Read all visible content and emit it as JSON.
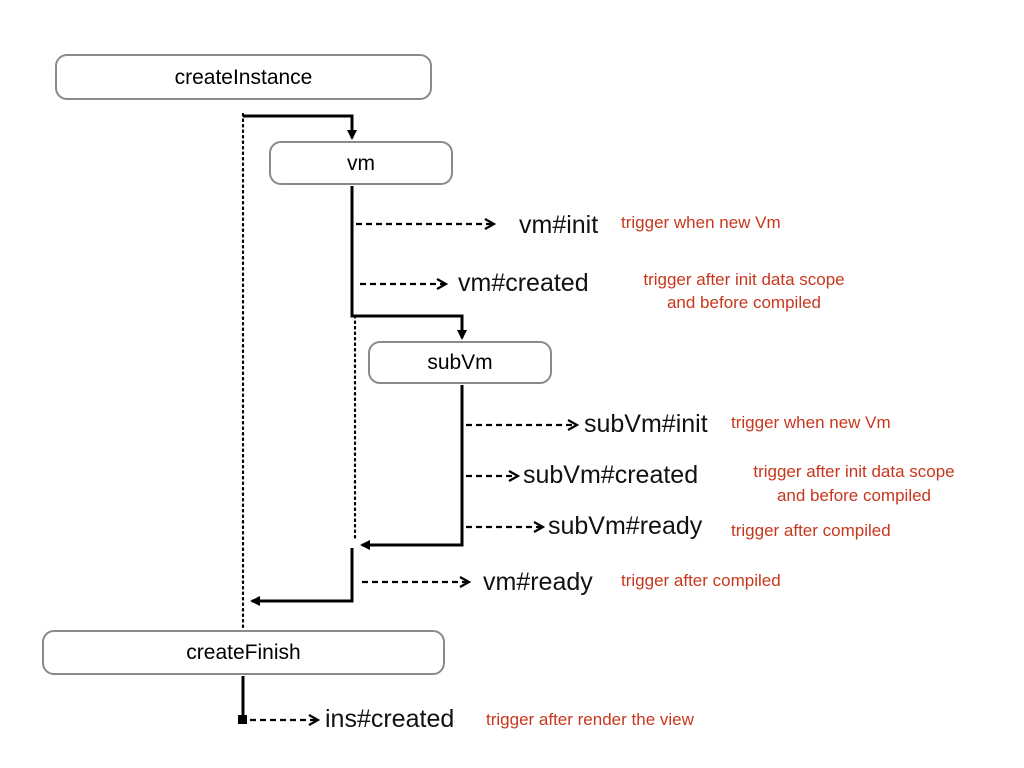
{
  "nodes": {
    "create_instance": "createInstance",
    "vm": "vm",
    "sub_vm": "subVm",
    "create_finish": "createFinish"
  },
  "events": {
    "vm_init": "vm#init",
    "vm_created": "vm#created",
    "sub_vm_init": "subVm#init",
    "sub_vm_created": "subVm#created",
    "sub_vm_ready": "subVm#ready",
    "vm_ready": "vm#ready",
    "ins_created": "ins#created"
  },
  "notes": {
    "vm_init": "trigger when new Vm",
    "vm_created_line1": "trigger after init data scope",
    "vm_created_line2": "and before compiled",
    "sub_vm_init": "trigger when new Vm",
    "sub_vm_created_line1": "trigger after init data scope",
    "sub_vm_created_line2": "and before compiled",
    "sub_vm_ready": "trigger after compiled",
    "vm_ready": "trigger after compiled",
    "ins_created": "trigger after render the view"
  },
  "colors": {
    "note": "#c8371d",
    "box_border": "#8a8a8a",
    "line": "#000000"
  }
}
